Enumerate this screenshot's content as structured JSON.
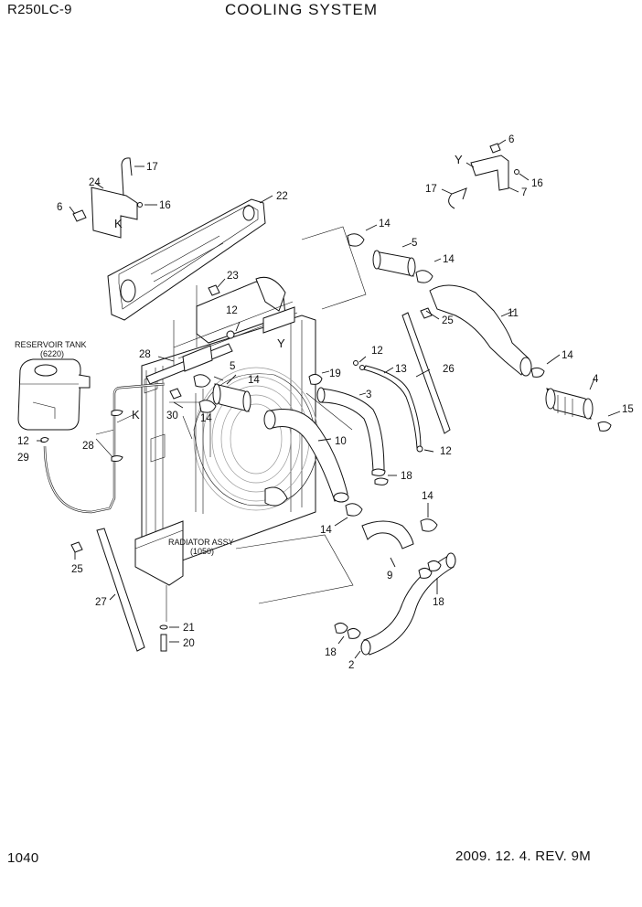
{
  "header": {
    "model": "R250LC-9",
    "title": "COOLING SYSTEM"
  },
  "footer": {
    "page_number": "1040",
    "revision": "2009. 12. 4. REV. 9M"
  },
  "captions": {
    "reservoir_line1": "RESERVOIR TANK",
    "reservoir_line2": "(6220)",
    "radiator_line1": "RADIATOR ASSY",
    "radiator_line2": "(1050)"
  },
  "view_letters": {
    "k_inset": "K",
    "y_inset": "Y",
    "k_main": "K",
    "y_main": "Y"
  },
  "callouts": {
    "c17a": "17",
    "c24": "24",
    "c6a": "6",
    "c16a": "16",
    "c22": "22",
    "c6b": "6",
    "c16b": "16",
    "c7": "7",
    "c17b": "17",
    "c14a": "14",
    "c5a": "5",
    "c14b": "14",
    "c23": "23",
    "c25a": "25",
    "c11": "11",
    "c12a": "12",
    "c28a": "28",
    "c5b": "5",
    "c14c": "14",
    "c19": "19",
    "c12b": "12",
    "c13": "13",
    "c26": "26",
    "c14d": "14",
    "c4": "4",
    "c15": "15",
    "c3": "3",
    "c30": "30",
    "c14e": "14",
    "c12c": "12",
    "c28b": "28",
    "c29": "29",
    "c10": "10",
    "c12d": "12",
    "c18a": "18",
    "c14f": "14",
    "c14g": "14",
    "c9": "9",
    "c18b": "18",
    "c25b": "25",
    "c27": "27",
    "c21": "21",
    "c20": "20",
    "c18c": "18",
    "c2": "2"
  }
}
